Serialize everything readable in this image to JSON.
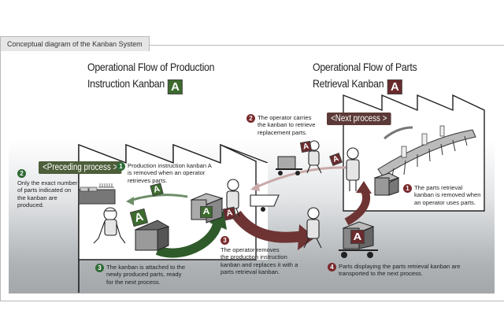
{
  "tab": {
    "label": "Conceptual diagram of the Kanban System"
  },
  "left": {
    "heading_line1": "Operational Flow of Production",
    "heading_line2": "Instruction Kanban",
    "badge": "A",
    "process_label": "<Preceding process >",
    "steps": [
      {
        "num": "1",
        "text": "Production instruction kanban A\nis removed when an operator\nretrieves parts."
      },
      {
        "num": "2",
        "text": "Only the exact number\nof parts indicated on\nthe kanban are\nproduced."
      },
      {
        "num": "3",
        "text": "The kanban is attached to the\nnewly produced parts, ready\nfor the next process."
      }
    ]
  },
  "right": {
    "heading_line1": "Operational Flow of Parts",
    "heading_line2": "Retrieval Kanban",
    "badge": "A",
    "process_label": "<Next  process >",
    "steps": [
      {
        "num": "1",
        "text": "The parts retrieval\nkanban is removed when\nan operator uses parts."
      },
      {
        "num": "2",
        "text": "The operator carries\nthe kanban to retrieve\nreplacement parts."
      },
      {
        "num": "3",
        "text": "The operator removes\nthe production instruction\nkanban and replaces it with a\nparts retrieval kanban."
      },
      {
        "num": "4",
        "text": "Parts displaying the parts retrieval kanban are\ntransported to the next  process."
      }
    ]
  },
  "kanban_card_letter": "A",
  "colors": {
    "production_kanban": "#3d6b2e",
    "retrieval_kanban": "#6b2a2c",
    "preceding_label": "#4d5e3a",
    "next_label": "#5b3a37",
    "flow_arrow_red": "#6e3434",
    "flow_arrow_green": "#2f5a2a"
  }
}
